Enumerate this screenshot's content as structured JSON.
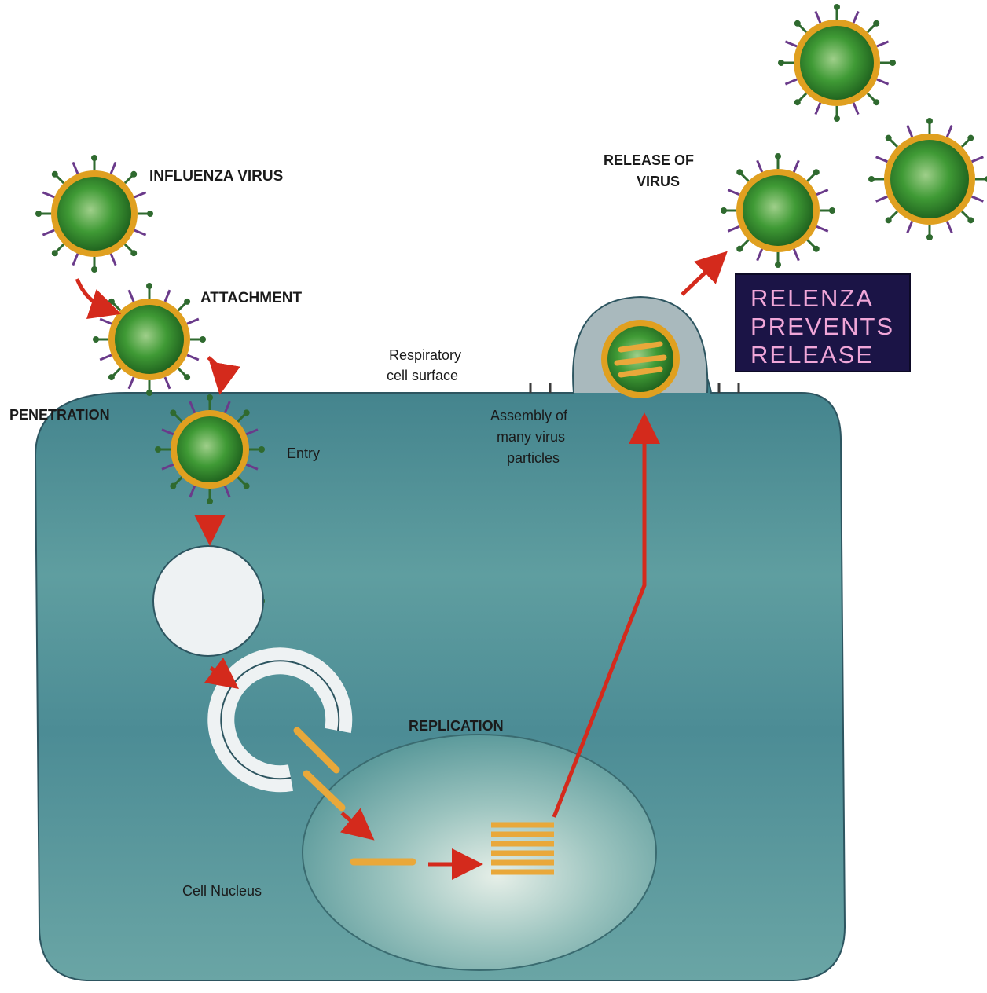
{
  "labels": {
    "influenza_virus": "INFLUENZA VIRUS",
    "attachment": "ATTACHMENT",
    "penetration": "PENETRATION",
    "entry": "Entry",
    "respiratory_line1": "Respiratory",
    "respiratory_line2": "cell surface",
    "assembly_line1": "Assembly of",
    "assembly_line2": "many virus",
    "assembly_line3": "particles",
    "release_line1": "RELEASE OF",
    "release_line2": "VIRUS",
    "replication": "REPLICATION",
    "cell_nucleus": "Cell Nucleus"
  },
  "callout": {
    "line1": "RELENZA",
    "line2": "PREVENTS",
    "line3": "RELEASE"
  },
  "colors": {
    "cell": "#4f8f98",
    "nucleus": "#7fb3b0",
    "virus_core": "#2f8a2a",
    "virus_ring": "#e0a020",
    "arrow": "#d42a1c",
    "callout_bg": "#1b1446",
    "callout_text": "#f0a6d8"
  }
}
